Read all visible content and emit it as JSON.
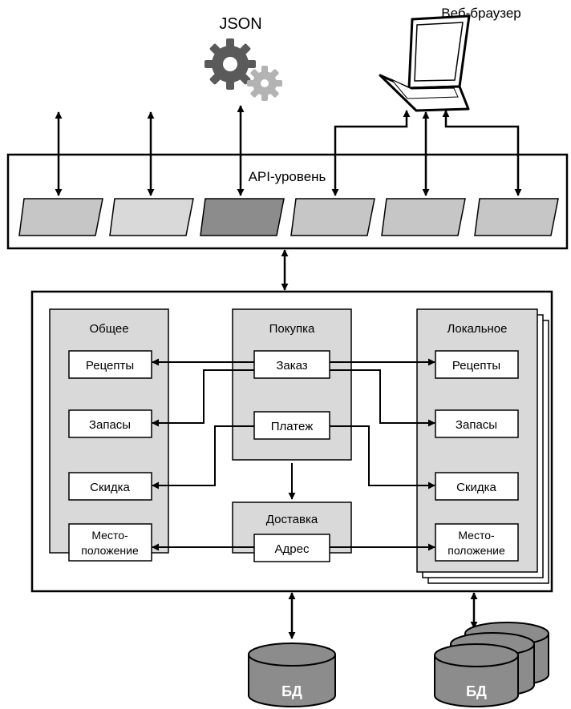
{
  "top": {
    "json_label": "JSON",
    "browser_label": "Веб-браузер",
    "api_label": "API-уровень"
  },
  "colors": {
    "panel_light": "#d9d9d9",
    "panel_mid": "#c6c6c6",
    "panel_dark": "#8c8c8c",
    "column_bg": "#d9d9d9",
    "db_fill": "#8c8c8c",
    "gear_dark": "#5a5a5a",
    "gear_light": "#b3b3b3"
  },
  "modules": {
    "common": {
      "title": "Общее",
      "items": [
        "Рецепты",
        "Запасы",
        "Скидка"
      ],
      "location": [
        "Место-",
        "положение"
      ]
    },
    "purchase": {
      "title": "Покупка",
      "items": [
        "Заказ",
        "Платеж"
      ]
    },
    "delivery": {
      "title": "Доставка",
      "items": [
        "Адрес"
      ]
    },
    "local": {
      "title": "Локальное",
      "items": [
        "Рецепты",
        "Запасы",
        "Скидка"
      ],
      "location": [
        "Место-",
        "положение"
      ]
    }
  },
  "db": {
    "left_label": "БД",
    "right_label": "БД"
  }
}
